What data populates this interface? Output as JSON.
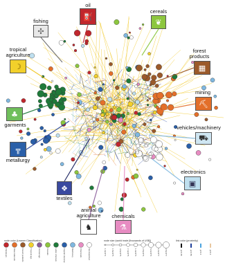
{
  "labels": {
    "oil": "oil",
    "cereals": "cereals",
    "fishing": "fishing",
    "tropical_agriculture_line1": "tropical",
    "tropical_agriculture_line2": "agriculture",
    "forest_products_line1": "forest",
    "forest_products_line2": "products",
    "mining": "mining",
    "garments": "garments",
    "vehicles_machinery": "vehicles/machinery",
    "metallurgy": "metallurgy",
    "electronics": "electronics",
    "textiles": "textiles",
    "animal_agriculture_line1": "animal",
    "animal_agriculture_line2": "agriculture",
    "chemicals": "chemicals"
  },
  "icons": {
    "oil": {
      "name": "oil-derrick-icon",
      "color": "#c0272d",
      "glyph": "⛽"
    },
    "cereals": {
      "name": "wheat-icon",
      "color": "#8dc63f",
      "glyph": "❦"
    },
    "fishing": {
      "name": "fish-icon",
      "color": "#e8e8e8",
      "glyph": "✣"
    },
    "tropical_agriculture": {
      "name": "banana-icon",
      "color": "#f2d02b",
      "glyph": "☽"
    },
    "forest_products": {
      "name": "logs-icon",
      "color": "#9b5a2a",
      "glyph": "▦"
    },
    "mining": {
      "name": "mine-cart-icon",
      "color": "#e36f2a",
      "glyph": "⛏"
    },
    "garments": {
      "name": "shirt-icon",
      "color": "#6fbf5b",
      "glyph": "♣"
    },
    "vehicles_machinery": {
      "name": "car-icon",
      "color": "#cfe6f2",
      "glyph": "⛟"
    },
    "metallurgy": {
      "name": "steel-beam-icon",
      "color": "#2a5fa8",
      "glyph": "╦"
    },
    "electronics": {
      "name": "computer-icon",
      "color": "#bfe0f0",
      "glyph": "▣"
    },
    "textiles": {
      "name": "yarn-icon",
      "color": "#3a4aa0",
      "glyph": "❖"
    },
    "animal_agriculture": {
      "name": "cow-icon",
      "color": "#ffffff",
      "glyph": "♞"
    },
    "chemicals": {
      "name": "flask-icon",
      "color": "#e78cc2",
      "glyph": "⚗"
    }
  },
  "legend": {
    "node_color_title": "node color (Leamer Classification)",
    "node_size_title": "node size (world trade [thousands of US$])",
    "link_color_title": "link color (proximity)",
    "node_colors": [
      {
        "label": "Petroleum",
        "color": "#c0272d"
      },
      {
        "label": "Raw materials",
        "color": "#e36f2a"
      },
      {
        "label": "Forest products",
        "color": "#9b5a2a"
      },
      {
        "label": "Tropical agri.",
        "color": "#f2d02b"
      },
      {
        "label": "Animal agri.",
        "color": "#8a5a9a"
      },
      {
        "label": "Cereals",
        "color": "#8dc63f"
      },
      {
        "label": "Labor intensive",
        "color": "#1f7a3a"
      },
      {
        "label": "Capital intensive",
        "color": "#2a5fa8"
      },
      {
        "label": "Machinery",
        "color": "#7fb8e0"
      },
      {
        "label": "Chemicals",
        "color": "#e78cc2"
      },
      {
        "label": "Not classified",
        "color": "#ffffff"
      }
    ],
    "node_sizes": [
      "1.3x10^4",
      "1.5x10^5",
      "3.6x10^5",
      "7.1x10^5",
      "1.4x10^6",
      "2.5x10^6",
      "5.2x10^6",
      "1.0x10^7",
      "2.5x10^7"
    ],
    "link_colors": [
      {
        "label": "φ>0.65",
        "color": "#111111"
      },
      {
        "label": "φ>0.55",
        "color": "#1f3f9a"
      },
      {
        "label": "φ>0.4",
        "color": "#4aa3df"
      },
      {
        "label": "φ<0.4",
        "color": "#e8c7a0"
      }
    ]
  },
  "colors": {
    "yellow": "#f0c419",
    "blue": "#1f3f9a",
    "navy": "#111a5a",
    "lightblue": "#7fb8e0",
    "green": "#2e8b3d",
    "red": "#c0272d",
    "orange": "#e36f2a",
    "pink": "#e78cc2",
    "brown": "#9b5a2a"
  }
}
